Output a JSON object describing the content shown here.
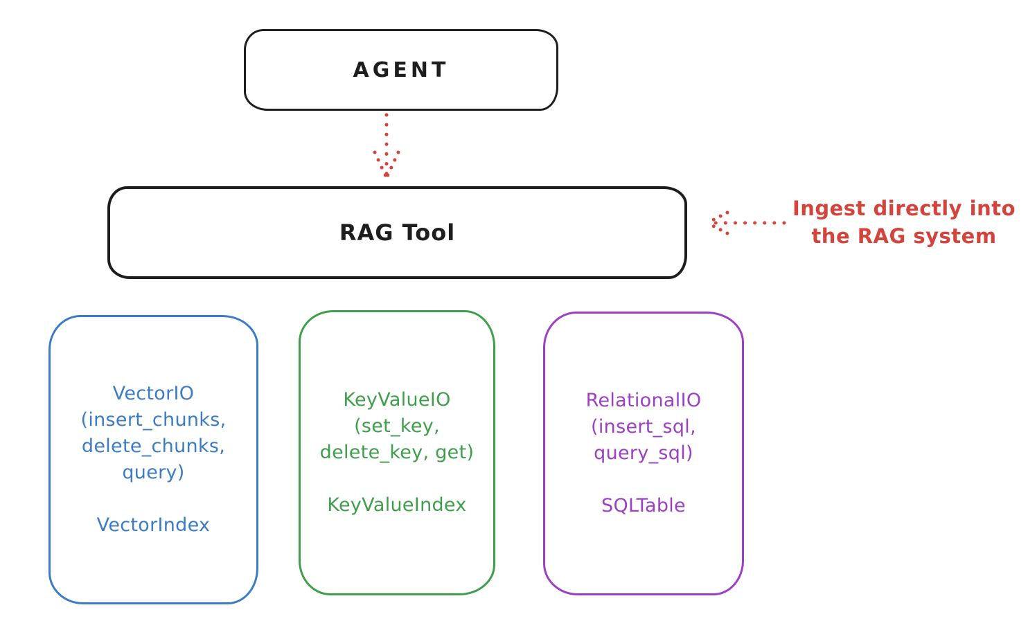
{
  "agent_node": {
    "label": "AGENT"
  },
  "rag_tool_node": {
    "label": "RAG Tool"
  },
  "annotation": {
    "line1": "Ingest directly into",
    "line2": "the RAG system"
  },
  "storage_boxes": [
    {
      "lines": [
        "VectorIO",
        "(insert_chunks,",
        "delete_chunks,",
        "query)"
      ],
      "footer": "VectorIndex",
      "color": "#3b7cc4"
    },
    {
      "lines": [
        "KeyValueIO",
        "(set_key,",
        "delete_key, get)"
      ],
      "footer": "KeyValueIndex",
      "color": "#3f9e4c"
    },
    {
      "lines": [
        "RelationalIO",
        "(insert_sql,",
        "query_sql)"
      ],
      "footer": "SQLTable",
      "color": "#9d3fc3"
    }
  ],
  "colors": {
    "outline_black": "#1e1e1e",
    "arrow_annotation_red": "#d2443c",
    "vector_blue": "#3b7cc4",
    "keyvalue_green": "#3f9e4c",
    "relational_purple": "#9d3fc3",
    "background": "#ffffff"
  }
}
